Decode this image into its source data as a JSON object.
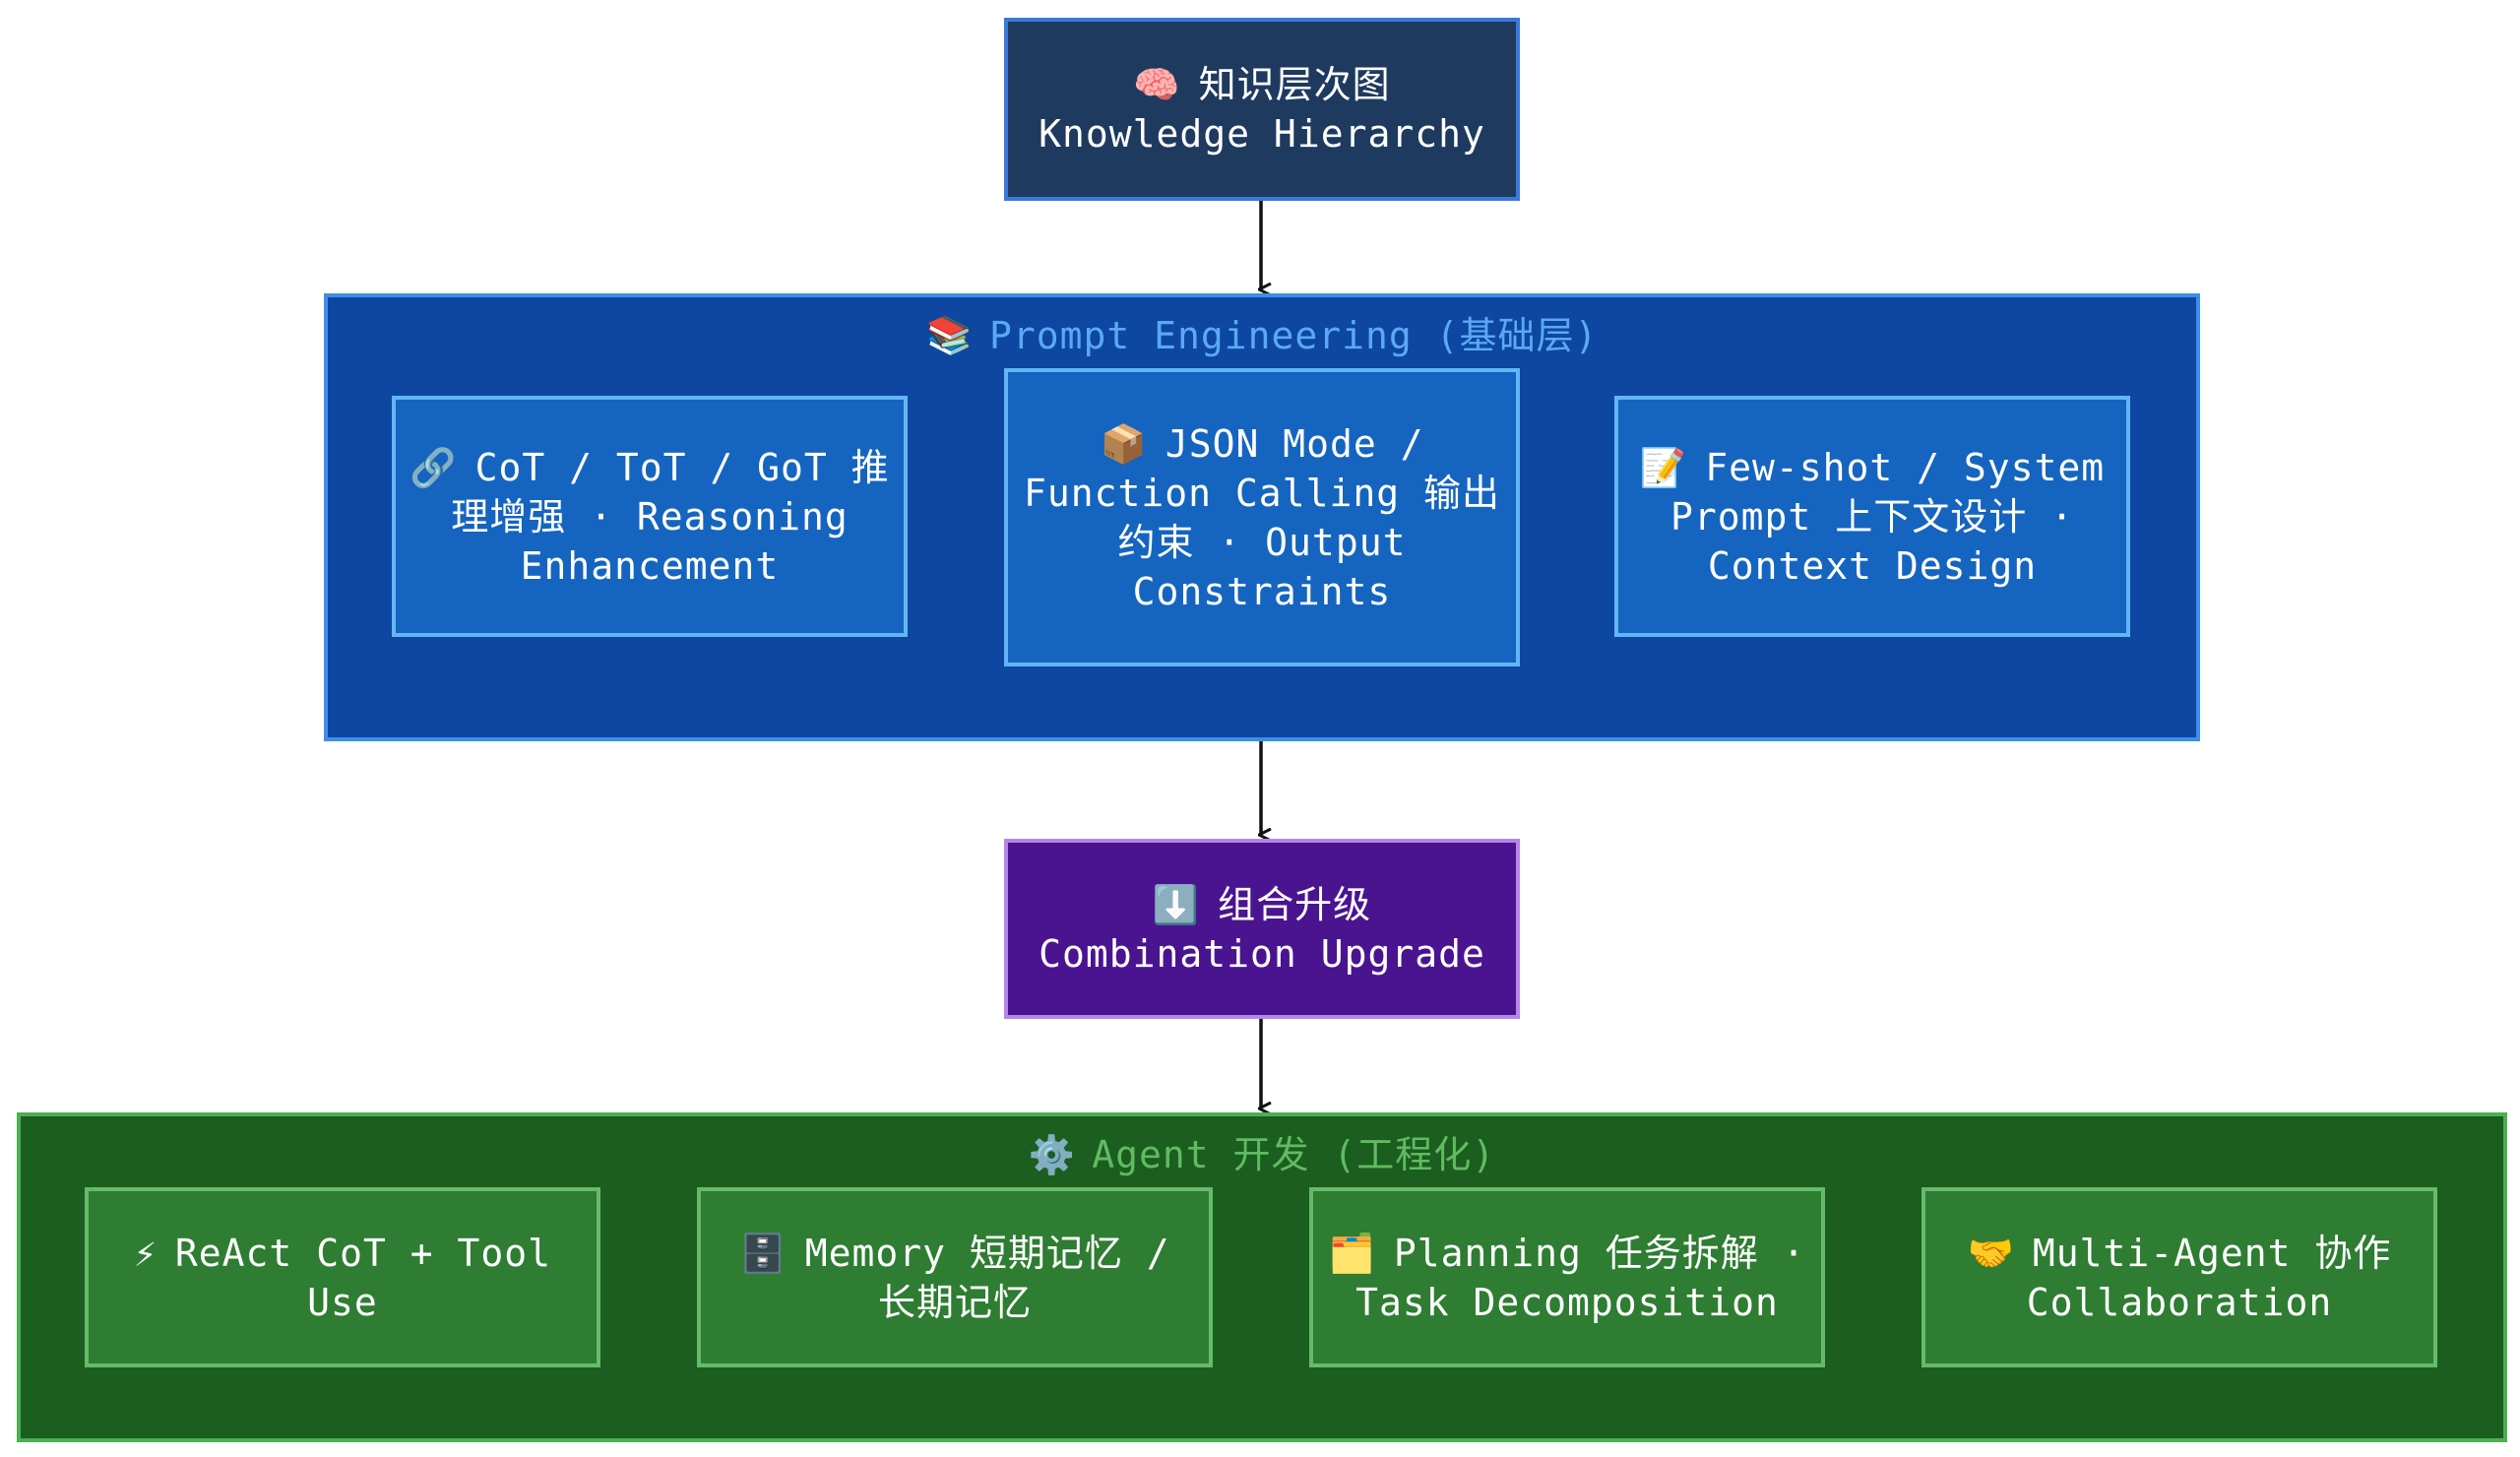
{
  "top_node": {
    "icon": "🧠",
    "label": "知识层次图 Knowledge Hierarchy"
  },
  "prompt_layer": {
    "title_icon": "📚",
    "title": "Prompt Engineering (基础层)",
    "cards": [
      {
        "icon": "🔗",
        "label": "CoT / ToT / GoT 推理增强 · Reasoning Enhancement"
      },
      {
        "icon": "📦",
        "label": "JSON Mode / Function Calling 输出约束 · Output Constraints"
      },
      {
        "icon": "📝",
        "label": "Few-shot / System Prompt 上下文设计 · Context Design"
      }
    ]
  },
  "mid_node": {
    "icon": "⬇️",
    "label": "组合升级 Combination Upgrade"
  },
  "agent_layer": {
    "title_icon": "⚙️",
    "title": "Agent 开发 (工程化)",
    "cards": [
      {
        "icon": "⚡",
        "label": "ReAct CoT + Tool Use"
      },
      {
        "icon": "🗄️",
        "label": "Memory 短期记忆 / 长期记忆"
      },
      {
        "icon": "🗂️",
        "label": "Planning 任务拆解 · Task Decomposition"
      },
      {
        "icon": "🤝",
        "label": "Multi-Agent 协作 Collaboration"
      }
    ]
  },
  "colors": {
    "top_node": "#1f3a5f",
    "prompt_layer": "#0d47a1",
    "prompt_card": "#1565c0",
    "mid_node": "#4a1491",
    "agent_layer": "#1b5e20",
    "agent_card": "#2e7d32"
  }
}
